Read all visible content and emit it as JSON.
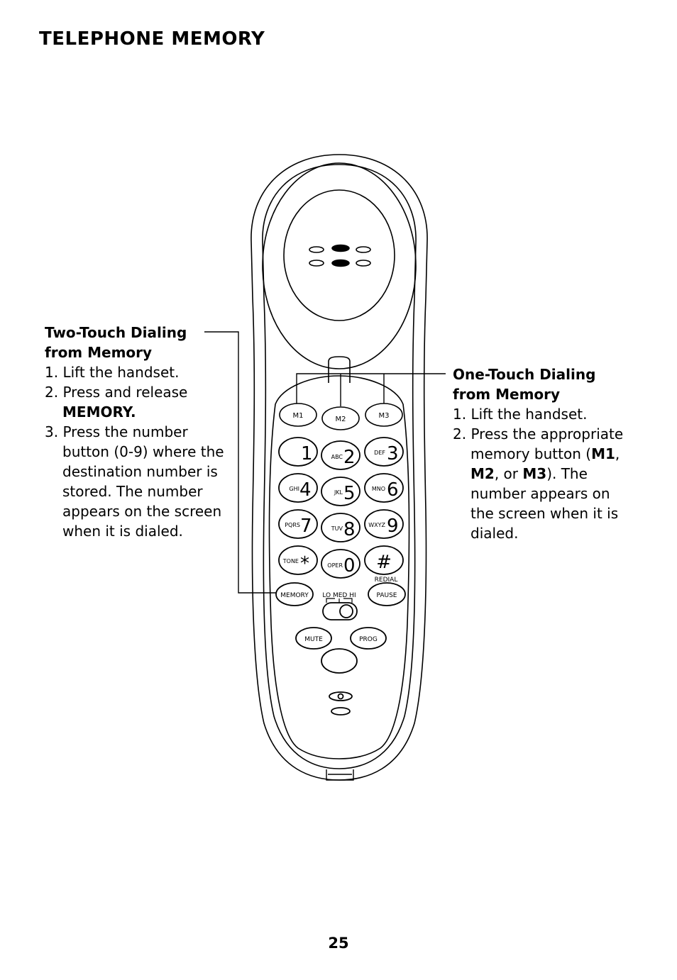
{
  "page": {
    "title": "TELEPHONE MEMORY",
    "page_number": "25"
  },
  "left_callout": {
    "heading_line1": "Two-Touch Dialing",
    "heading_line2": "from Memory",
    "steps": [
      {
        "num": "1.",
        "text": "Lift the handset."
      },
      {
        "num": "2.",
        "text": "Press and release",
        "bold": "MEMORY."
      },
      {
        "num": "3.",
        "text": "Press the number button (0-9) where the destination number is stored. The number appears on the screen when it is dialed."
      }
    ]
  },
  "right_callout": {
    "heading_line1": "One-Touch Dialing",
    "heading_line2": "from Memory",
    "steps": [
      {
        "num": "1.",
        "text": "Lift the handset."
      },
      {
        "num": "2.",
        "text_a": "Press the appropriate memory button (",
        "m1": "M1",
        "sep1": ", ",
        "m2": "M2",
        "sep2": ", or ",
        "m3": "M3",
        "text_b": "). The number appears on the screen when it is dialed."
      }
    ]
  },
  "phone": {
    "memory_buttons": [
      "M1",
      "M2",
      "M3"
    ],
    "keys": [
      {
        "digit": "1",
        "letters": ""
      },
      {
        "digit": "2",
        "letters": "ABC"
      },
      {
        "digit": "3",
        "letters": "DEF"
      },
      {
        "digit": "4",
        "letters": "GHI"
      },
      {
        "digit": "5",
        "letters": "JKL"
      },
      {
        "digit": "6",
        "letters": "MNO"
      },
      {
        "digit": "7",
        "letters": "PQRS"
      },
      {
        "digit": "8",
        "letters": "TUV"
      },
      {
        "digit": "9",
        "letters": "WXYZ"
      },
      {
        "digit": "*",
        "letters": "TONE"
      },
      {
        "digit": "0",
        "letters": "OPER"
      },
      {
        "digit": "#",
        "letters": ""
      }
    ],
    "memory_label": "MEMORY",
    "volume_label": "LO MED HI",
    "redial_label": "REDIAL",
    "pause_label": "PAUSE",
    "mute_label": "MUTE",
    "prog_label": "PROG"
  }
}
